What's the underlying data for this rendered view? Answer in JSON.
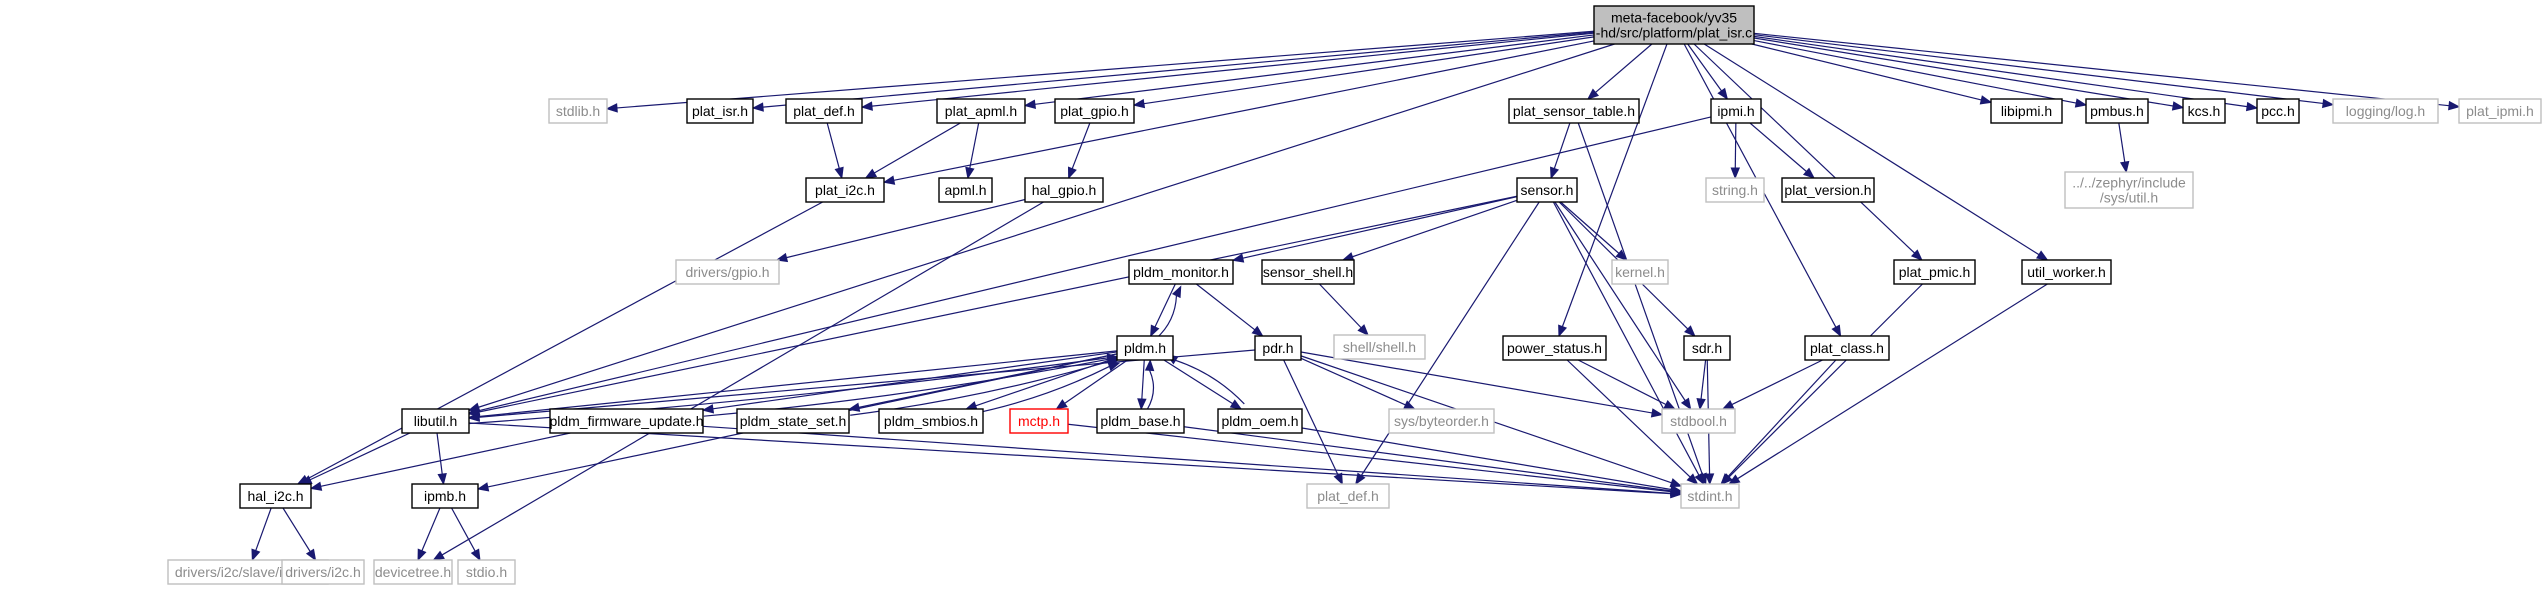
{
  "colors": {
    "edge": "#191970",
    "node_border": "#000000",
    "external_border": "#bfbfbf",
    "external_text": "#8c8c8c",
    "root_fill": "#bfbfbf",
    "missing_border": "#ff0000",
    "missing_text": "#ff0000"
  },
  "nodes": [
    {
      "id": "plat_isr_c",
      "lines": [
        "meta-facebook/yv35",
        "-hd/src/platform/plat_isr.c"
      ],
      "kind": "root"
    },
    {
      "id": "stdlib_h",
      "lines": [
        "stdlib.h"
      ],
      "kind": "external"
    },
    {
      "id": "plat_isr_h",
      "lines": [
        "plat_isr.h"
      ],
      "kind": "local"
    },
    {
      "id": "plat_def_h_top",
      "lines": [
        "plat_def.h"
      ],
      "kind": "local"
    },
    {
      "id": "plat_apml_h",
      "lines": [
        "plat_apml.h"
      ],
      "kind": "local"
    },
    {
      "id": "plat_gpio_h",
      "lines": [
        "plat_gpio.h"
      ],
      "kind": "local"
    },
    {
      "id": "plat_sensor_table_h",
      "lines": [
        "plat_sensor_table.h"
      ],
      "kind": "local"
    },
    {
      "id": "ipmi_h",
      "lines": [
        "ipmi.h"
      ],
      "kind": "local"
    },
    {
      "id": "libipmi_h",
      "lines": [
        "libipmi.h"
      ],
      "kind": "local"
    },
    {
      "id": "pmbus_h",
      "lines": [
        "pmbus.h"
      ],
      "kind": "local"
    },
    {
      "id": "kcs_h",
      "lines": [
        "kcs.h"
      ],
      "kind": "local"
    },
    {
      "id": "pcc_h",
      "lines": [
        "pcc.h"
      ],
      "kind": "local"
    },
    {
      "id": "logging_log_h",
      "lines": [
        "logging/log.h"
      ],
      "kind": "external"
    },
    {
      "id": "plat_ipmi_h",
      "lines": [
        "plat_ipmi.h"
      ],
      "kind": "external"
    },
    {
      "id": "plat_i2c_h",
      "lines": [
        "plat_i2c.h"
      ],
      "kind": "local"
    },
    {
      "id": "apml_h",
      "lines": [
        "apml.h"
      ],
      "kind": "local"
    },
    {
      "id": "hal_gpio_h",
      "lines": [
        "hal_gpio.h"
      ],
      "kind": "local"
    },
    {
      "id": "sensor_h",
      "lines": [
        "sensor.h"
      ],
      "kind": "local"
    },
    {
      "id": "string_h",
      "lines": [
        "string.h"
      ],
      "kind": "external"
    },
    {
      "id": "plat_version_h",
      "lines": [
        "plat_version.h"
      ],
      "kind": "local"
    },
    {
      "id": "zephyr_util_h",
      "lines": [
        "../../zephyr/include",
        "/sys/util.h"
      ],
      "kind": "external"
    },
    {
      "id": "drivers_gpio_h",
      "lines": [
        "drivers/gpio.h"
      ],
      "kind": "external"
    },
    {
      "id": "pldm_monitor_h",
      "lines": [
        "pldm_monitor.h"
      ],
      "kind": "local"
    },
    {
      "id": "sensor_shell_h",
      "lines": [
        "sensor_shell.h"
      ],
      "kind": "local"
    },
    {
      "id": "kernel_h",
      "lines": [
        "kernel.h"
      ],
      "kind": "external"
    },
    {
      "id": "plat_pmic_h",
      "lines": [
        "plat_pmic.h"
      ],
      "kind": "local"
    },
    {
      "id": "util_worker_h",
      "lines": [
        "util_worker.h"
      ],
      "kind": "local"
    },
    {
      "id": "shell_shell_h",
      "lines": [
        "shell/shell.h"
      ],
      "kind": "external"
    },
    {
      "id": "pldm_h",
      "lines": [
        "pldm.h"
      ],
      "kind": "local"
    },
    {
      "id": "pdr_h",
      "lines": [
        "pdr.h"
      ],
      "kind": "local"
    },
    {
      "id": "power_status_h",
      "lines": [
        "power_status.h"
      ],
      "kind": "local"
    },
    {
      "id": "sdr_h",
      "lines": [
        "sdr.h"
      ],
      "kind": "local"
    },
    {
      "id": "plat_class_h",
      "lines": [
        "plat_class.h"
      ],
      "kind": "local"
    },
    {
      "id": "libutil_h",
      "lines": [
        "libutil.h"
      ],
      "kind": "local"
    },
    {
      "id": "pldm_firmware_update_h",
      "lines": [
        "pldm_firmware_update.h"
      ],
      "kind": "local"
    },
    {
      "id": "pldm_state_set_h",
      "lines": [
        "pldm_state_set.h"
      ],
      "kind": "local"
    },
    {
      "id": "pldm_smbios_h",
      "lines": [
        "pldm_smbios.h"
      ],
      "kind": "local"
    },
    {
      "id": "mctp_h",
      "lines": [
        "mctp.h"
      ],
      "kind": "missing"
    },
    {
      "id": "pldm_base_h",
      "lines": [
        "pldm_base.h"
      ],
      "kind": "local"
    },
    {
      "id": "pldm_oem_h",
      "lines": [
        "pldm_oem.h"
      ],
      "kind": "local"
    },
    {
      "id": "sys_byteorder_h",
      "lines": [
        "sys/byteorder.h"
      ],
      "kind": "external"
    },
    {
      "id": "stdbool_h",
      "lines": [
        "stdbool.h"
      ],
      "kind": "external"
    },
    {
      "id": "hal_i2c_h",
      "lines": [
        "hal_i2c.h"
      ],
      "kind": "local"
    },
    {
      "id": "ipmb_h",
      "lines": [
        "ipmb.h"
      ],
      "kind": "local"
    },
    {
      "id": "plat_def_h_bottom",
      "lines": [
        "plat_def.h"
      ],
      "kind": "external"
    },
    {
      "id": "stdint_h",
      "lines": [
        "stdint.h"
      ],
      "kind": "external"
    },
    {
      "id": "drivers_i2c_slave_ipmb_h",
      "lines": [
        "drivers/i2c/slave/ipmb.h"
      ],
      "kind": "external"
    },
    {
      "id": "drivers_i2c_h",
      "lines": [
        "drivers/i2c.h"
      ],
      "kind": "external"
    },
    {
      "id": "devicetree_h",
      "lines": [
        "devicetree.h"
      ],
      "kind": "external"
    },
    {
      "id": "stdio_h",
      "lines": [
        "stdio.h"
      ],
      "kind": "external"
    }
  ],
  "edges": [
    [
      "plat_isr_c",
      "stdlib_h"
    ],
    [
      "plat_isr_c",
      "plat_isr_h"
    ],
    [
      "plat_isr_c",
      "plat_def_h_top"
    ],
    [
      "plat_isr_c",
      "plat_apml_h"
    ],
    [
      "plat_isr_c",
      "plat_gpio_h"
    ],
    [
      "plat_isr_c",
      "plat_sensor_table_h"
    ],
    [
      "plat_isr_c",
      "ipmi_h"
    ],
    [
      "plat_isr_c",
      "libipmi_h"
    ],
    [
      "plat_isr_c",
      "pmbus_h"
    ],
    [
      "plat_isr_c",
      "kcs_h"
    ],
    [
      "plat_isr_c",
      "pcc_h"
    ],
    [
      "plat_isr_c",
      "logging_log_h"
    ],
    [
      "plat_isr_c",
      "plat_ipmi_h"
    ],
    [
      "plat_isr_c",
      "plat_i2c_h"
    ],
    [
      "plat_isr_c",
      "plat_pmic_h"
    ],
    [
      "plat_isr_c",
      "util_worker_h"
    ],
    [
      "plat_isr_c",
      "power_status_h"
    ],
    [
      "plat_isr_c",
      "plat_class_h"
    ],
    [
      "plat_isr_c",
      "libutil_h"
    ],
    [
      "plat_def_h_top",
      "plat_i2c_h"
    ],
    [
      "plat_apml_h",
      "plat_i2c_h"
    ],
    [
      "plat_apml_h",
      "apml_h"
    ],
    [
      "plat_gpio_h",
      "hal_gpio_h"
    ],
    [
      "plat_i2c_h",
      "hal_i2c_h"
    ],
    [
      "hal_gpio_h",
      "drivers_gpio_h"
    ],
    [
      "hal_gpio_h",
      "devicetree_h"
    ],
    [
      "plat_sensor_table_h",
      "sensor_h"
    ],
    [
      "plat_sensor_table_h",
      "stdint_h"
    ],
    [
      "ipmi_h",
      "string_h"
    ],
    [
      "ipmi_h",
      "plat_version_h"
    ],
    [
      "ipmi_h",
      "libutil_h"
    ],
    [
      "pmbus_h",
      "zephyr_util_h"
    ],
    [
      "sensor_h",
      "pldm_monitor_h"
    ],
    [
      "sensor_h",
      "sensor_shell_h"
    ],
    [
      "sensor_h",
      "kernel_h"
    ],
    [
      "sensor_h",
      "sdr_h"
    ],
    [
      "sensor_h",
      "stdbool_h"
    ],
    [
      "sensor_h",
      "stdint_h"
    ],
    [
      "sensor_h",
      "libutil_h"
    ],
    [
      "sensor_h",
      "plat_def_h_bottom"
    ],
    [
      "sensor_shell_h",
      "shell_shell_h"
    ],
    [
      "pldm_monitor_h",
      "pldm_h"
    ],
    [
      "pldm_monitor_h",
      "pdr_h"
    ],
    [
      "pldm_h",
      "pldm_monitor_h"
    ],
    [
      "pldm_h",
      "libutil_h"
    ],
    [
      "pldm_h",
      "pldm_firmware_update_h"
    ],
    [
      "pldm_h",
      "pldm_state_set_h"
    ],
    [
      "pldm_h",
      "pldm_smbios_h"
    ],
    [
      "pldm_h",
      "mctp_h"
    ],
    [
      "pldm_h",
      "pldm_base_h"
    ],
    [
      "pldm_h",
      "pldm_oem_h"
    ],
    [
      "pldm_h",
      "ipmb_h"
    ],
    [
      "pldm_firmware_update_h",
      "pldm_h"
    ],
    [
      "pldm_state_set_h",
      "pldm_h"
    ],
    [
      "pldm_smbios_h",
      "pldm_h"
    ],
    [
      "pldm_base_h",
      "pldm_h"
    ],
    [
      "pldm_oem_h",
      "pldm_h"
    ],
    [
      "libutil_h",
      "pldm_h"
    ],
    [
      "pdr_h",
      "sys_byteorder_h"
    ],
    [
      "pdr_h",
      "stdbool_h"
    ],
    [
      "pdr_h",
      "stdint_h"
    ],
    [
      "pdr_h",
      "plat_def_h_bottom"
    ],
    [
      "pdr_h",
      "libutil_h"
    ],
    [
      "power_status_h",
      "stdbool_h"
    ],
    [
      "power_status_h",
      "stdint_h"
    ],
    [
      "sdr_h",
      "stdbool_h"
    ],
    [
      "sdr_h",
      "stdint_h"
    ],
    [
      "plat_class_h",
      "stdbool_h"
    ],
    [
      "plat_class_h",
      "stdint_h"
    ],
    [
      "plat_pmic_h",
      "stdint_h"
    ],
    [
      "util_worker_h",
      "stdint_h"
    ],
    [
      "libutil_h",
      "ipmb_h"
    ],
    [
      "libutil_h",
      "hal_i2c_h"
    ],
    [
      "libutil_h",
      "stdint_h"
    ],
    [
      "pldm_firmware_update_h",
      "hal_i2c_h"
    ],
    [
      "pldm_firmware_update_h",
      "stdint_h"
    ],
    [
      "mctp_h",
      "stdint_h"
    ],
    [
      "pldm_base_h",
      "stdint_h"
    ],
    [
      "pldm_oem_h",
      "stdint_h"
    ],
    [
      "ipmb_h",
      "devicetree_h"
    ],
    [
      "ipmb_h",
      "stdio_h"
    ],
    [
      "hal_i2c_h",
      "drivers_i2c_slave_ipmb_h"
    ],
    [
      "hal_i2c_h",
      "drivers_i2c_h"
    ]
  ]
}
